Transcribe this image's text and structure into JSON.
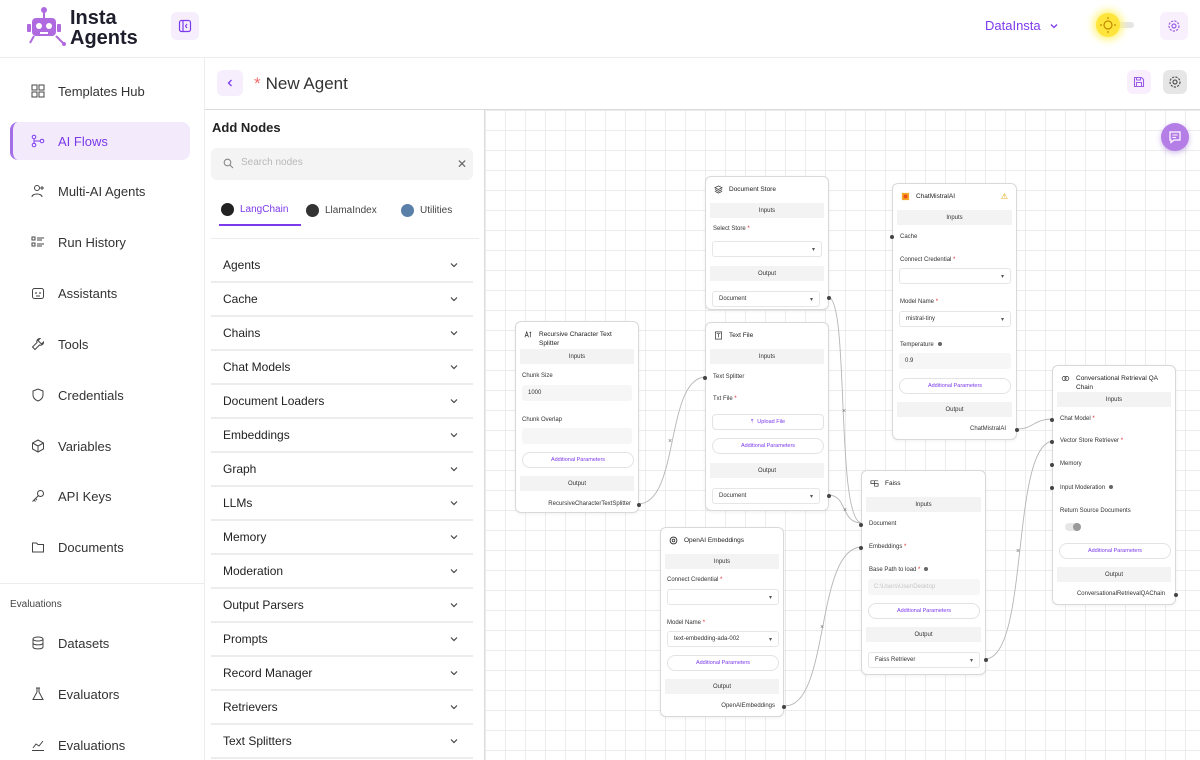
{
  "brand": {
    "line1": "Insta",
    "line2": "Agents"
  },
  "header": {
    "org_name": "DataInsta"
  },
  "nav": {
    "items": [
      {
        "label": "Templates Hub",
        "icon": "templates-hub-icon"
      },
      {
        "label": "AI Flows",
        "icon": "ai-flows-icon"
      },
      {
        "label": "Multi-AI Agents",
        "icon": "multi-ai-agents-icon"
      },
      {
        "label": "Run History",
        "icon": "run-history-icon"
      },
      {
        "label": "Assistants",
        "icon": "assistants-icon"
      },
      {
        "label": "Tools",
        "icon": "tools-icon"
      },
      {
        "label": "Credentials",
        "icon": "credentials-icon"
      },
      {
        "label": "Variables",
        "icon": "variables-icon"
      },
      {
        "label": "API Keys",
        "icon": "api-keys-icon"
      },
      {
        "label": "Documents",
        "icon": "documents-icon"
      }
    ],
    "active": "AI Flows",
    "section_label": "Evaluations",
    "eval_items": [
      {
        "label": "Datasets",
        "icon": "datasets-icon"
      },
      {
        "label": "Evaluators",
        "icon": "evaluators-icon"
      },
      {
        "label": "Evaluations",
        "icon": "evaluations-icon"
      }
    ]
  },
  "canvas_header": {
    "required_mark": "*",
    "title": "New Agent"
  },
  "panel": {
    "title": "Add Nodes",
    "search_placeholder": "Search nodes",
    "tabs": [
      {
        "label": "LangChain",
        "active": true
      },
      {
        "label": "LlamaIndex",
        "active": false
      },
      {
        "label": "Utilities",
        "active": false
      }
    ],
    "categories": [
      "Agents",
      "Cache",
      "Chains",
      "Chat Models",
      "Document Loaders",
      "Embeddings",
      "Graph",
      "LLMs",
      "Memory",
      "Moderation",
      "Output Parsers",
      "Prompts",
      "Record Manager",
      "Retrievers",
      "Text Splitters"
    ]
  },
  "nodes": {
    "document_store": {
      "title": "Document Store",
      "inputs": "Inputs",
      "select_store": "Select Store",
      "output": "Output",
      "output_value": "Document"
    },
    "chat_mistral": {
      "title": "ChatMistralAI",
      "inputs": "Inputs",
      "cache": "Cache",
      "connect_credential": "Connect Credential",
      "model_name_label": "Model Name",
      "model_name": "mistral-tiny",
      "temperature_label": "Temperature",
      "temperature": "0.9",
      "additional": "Additional Parameters",
      "output": "Output",
      "output_value": "ChatMistralAI"
    },
    "splitter": {
      "title": "Recursive Character Text Splitter",
      "inputs": "Inputs",
      "chunk_size_label": "Chunk Size",
      "chunk_size": "1000",
      "chunk_overlap_label": "Chunk Overlap",
      "additional": "Additional Parameters",
      "output": "Output",
      "output_value": "RecursiveCharacterTextSplitter"
    },
    "text_file": {
      "title": "Text File",
      "inputs": "Inputs",
      "text_splitter": "Text Splitter",
      "txt_file": "Txt File",
      "upload": "Upload File",
      "additional": "Additional Parameters",
      "output": "Output",
      "output_value": "Document"
    },
    "retrieval_chain": {
      "title": "Conversational Retrieval QA Chain",
      "inputs": "Inputs",
      "chat_model": "Chat Model",
      "vector_store_retriever": "Vector Store Retriever",
      "memory": "Memory",
      "input_moderation": "Input Moderation",
      "return_source_docs": "Return Source Documents",
      "additional": "Additional Parameters",
      "output": "Output",
      "output_value": "ConversationalRetrievalQAChain"
    },
    "faiss": {
      "title": "Faiss",
      "inputs": "Inputs",
      "document": "Document",
      "embeddings": "Embeddings",
      "base_path_label": "Base Path to load",
      "base_path_placeholder": "C:\\Users\\User\\Desktop",
      "additional": "Additional Parameters",
      "output": "Output",
      "output_value": "Faiss Retriever"
    },
    "openai_embeddings": {
      "title": "OpenAI Embeddings",
      "inputs": "Inputs",
      "connect_credential": "Connect Credential",
      "model_name_label": "Model Name",
      "model_name": "text-embedding-ada-002",
      "additional": "Additional Parameters",
      "output": "Output",
      "output_value": "OpenAIEmbeddings"
    }
  },
  "colors": {
    "accent": "#7c3aed",
    "accent_soft": "#f3ebfb",
    "required": "#e02424",
    "fab": "#b57ee6"
  }
}
